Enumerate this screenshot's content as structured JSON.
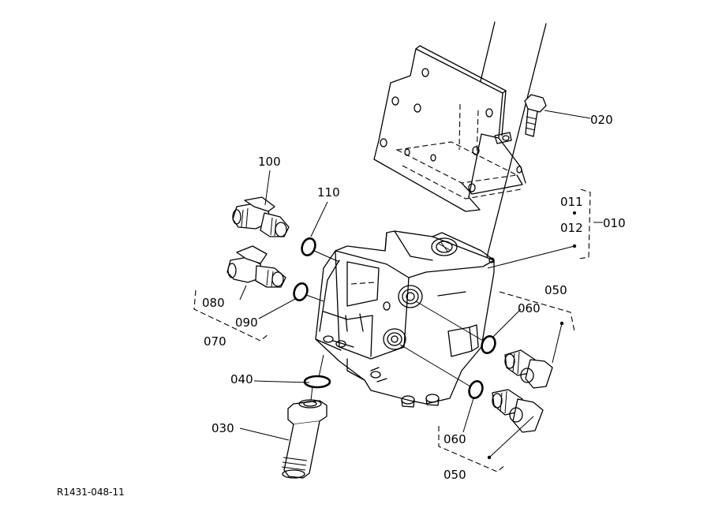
{
  "diagram": {
    "reference_code": "R1431-048-11",
    "part_labels": {
      "p010": "010",
      "p011": "011",
      "p012": "012",
      "p020": "020",
      "p030": "030",
      "p040": "040",
      "p050_top": "050",
      "p050_bottom": "050",
      "p060_top": "060",
      "p060_bottom": "060",
      "p070": "070",
      "p080": "080",
      "p090": "090",
      "p100": "100",
      "p110": "110"
    }
  }
}
